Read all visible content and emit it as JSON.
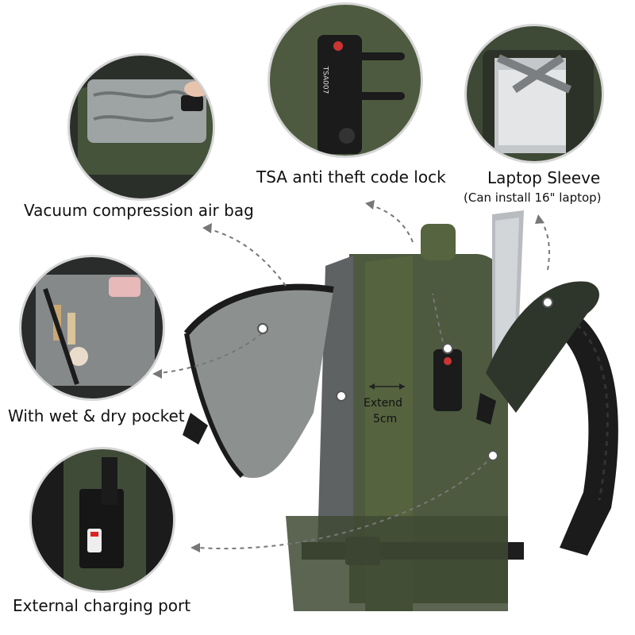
{
  "callouts": {
    "vacuum": "Vacuum compression air bag",
    "tsa": "TSA anti theft code lock",
    "laptop_title": "Laptop Sleeve",
    "laptop_sub": "(Can install 16\" laptop)",
    "wetdry": "With wet & dry pocket",
    "charging": "External charging port",
    "extend_word": "Extend",
    "extend_value": "5cm"
  },
  "lock_text": "TSA007",
  "colors": {
    "bag_green": "#4d5a3f",
    "bag_dark": "#2e352a",
    "lining_grey": "#9aa0a0",
    "strap_black": "#1b1b1b",
    "circle_border": "#d6d6d6"
  }
}
